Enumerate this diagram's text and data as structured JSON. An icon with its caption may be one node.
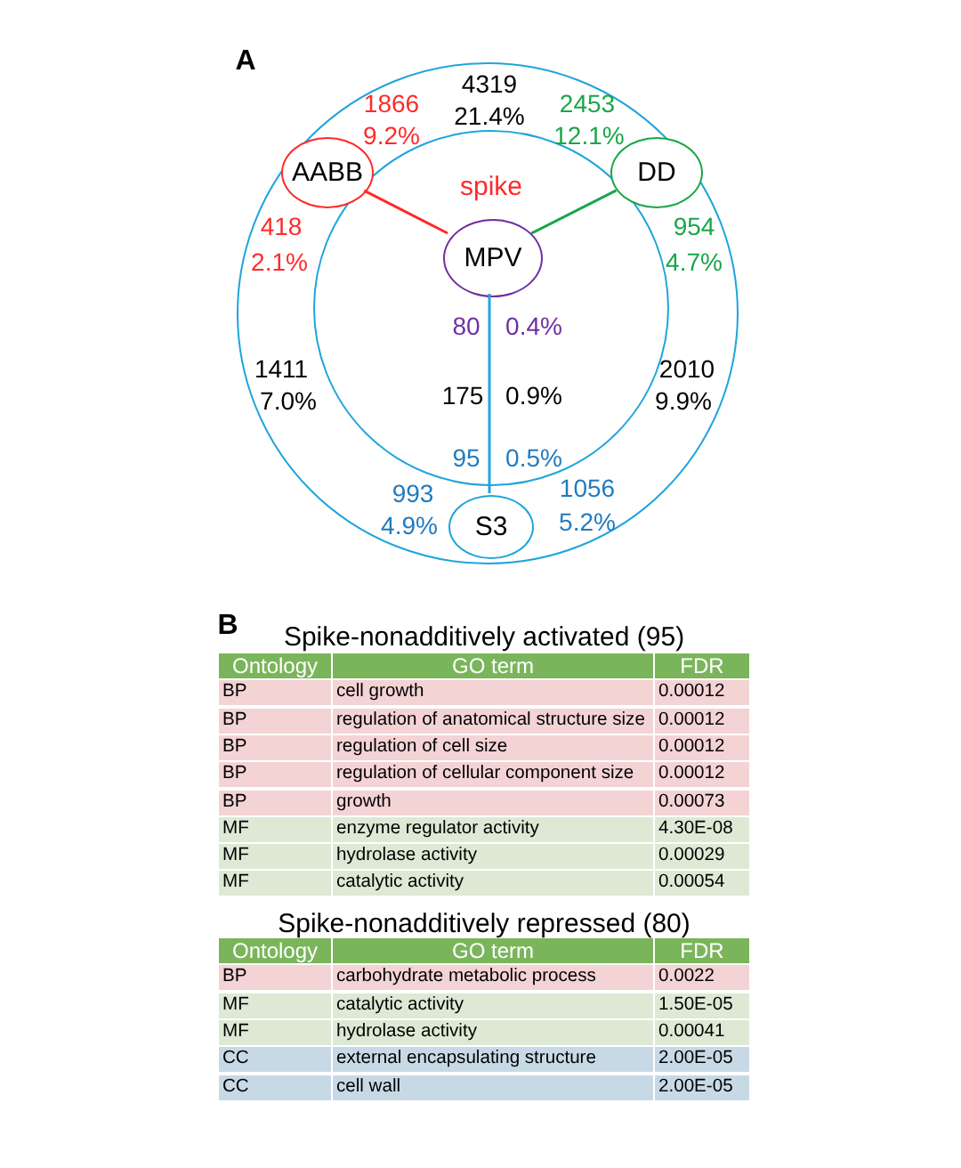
{
  "diagram": {
    "nodes": [
      {
        "text": [],
        "shape": "circle"
      },
      {
        "text": [
          "spike"
        ],
        "in": 0
      },
      {
        "text": [
          "AABB"
        ],
        "in": 0
      },
      {
        "text": [
          "DD"
        ],
        "in": 0
      },
      {
        "text": [
          "MPV"
        ],
        "in": 1
      },
      {
        "text": [
          "S3"
        ],
        "in": 0
      }
    ],
    "edges": [
      {
        "from": 2,
        "to": 4,
        "arrow": "none",
        "color": "#ff2a2a"
      },
      {
        "from": 3,
        "to": 4,
        "arrow": "none",
        "color": "#1aa64a"
      },
      {
        "from": 4,
        "to": 5,
        "arrow": "none",
        "color": "#1ea5dc"
      }
    ],
    "labels": [
      "A",
      "4319",
      "21.4%",
      "1866",
      "9.2%",
      "2453",
      "12.1%",
      "418",
      "2.1%",
      "954",
      "4.7%",
      "80",
      "0.4%",
      "1411",
      "7.0%",
      "175",
      "0.9%",
      "2010",
      "9.9%",
      "95",
      "0.5%",
      "993",
      "4.9%",
      "1056",
      "5.2%",
      "B",
      "Spike-nonadditively activated (95)",
      "Ontology",
      "GO term",
      "FDR",
      "BP",
      "cell growth",
      "0.00012",
      "BP",
      "regulation of anatomical structure size",
      "0.00012",
      "BP",
      "regulation of cell size",
      "0.00012",
      "BP",
      "regulation of cellular component size",
      "0.00012",
      "BP",
      "growth",
      "0.00073",
      "MF",
      "enzyme regulator activity",
      "4.30E-08",
      "MF",
      "hydrolase activity",
      "0.00029",
      "MF",
      "catalytic activity",
      "0.00054",
      "Spike-nonadditively repressed (80)",
      "Ontology",
      "GO term",
      "FDR",
      "BP",
      "carbohydrate metabolic process",
      "0.0022",
      "MF",
      "catalytic activity",
      "1.50E-05",
      "MF",
      "hydrolase activity",
      "0.00041",
      "CC",
      "external encapsulating structure",
      "2.00E-05",
      "CC",
      "cell wall",
      "2.00E-05"
    ]
  }
}
